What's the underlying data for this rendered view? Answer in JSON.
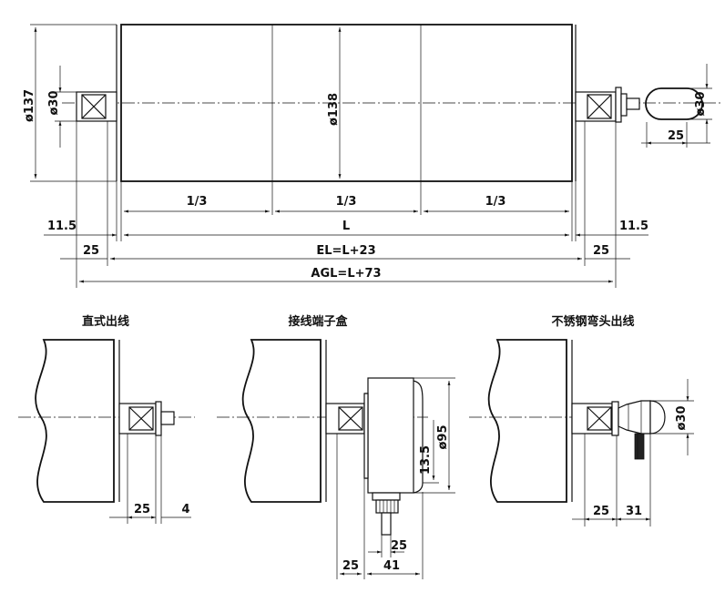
{
  "main_view": {
    "dia_left": "ø137",
    "dia_shaft_left": "ø30",
    "dia_tube": "ø138",
    "dia_right": "ø30",
    "right_len": "25",
    "third_1": "1/3",
    "third_2": "1/3",
    "third_3": "1/3",
    "length": "L",
    "left_offset": "11.5",
    "right_offset": "11.5",
    "left_25": "25",
    "right_25": "25",
    "el": "EL=L+23",
    "agl": "AGL=L+73"
  },
  "details": [
    {
      "title": "直式出线",
      "dim_a": "25",
      "dim_b": "4"
    },
    {
      "title": "接线端子盒",
      "dim_dia": "ø95",
      "dim_h": "13.5",
      "dim_a": "25",
      "dim_b": "41",
      "dim_c": "25"
    },
    {
      "title": "不锈钢弯头出线",
      "dim_dia": "ø30",
      "dim_a": "25",
      "dim_b": "31"
    }
  ]
}
